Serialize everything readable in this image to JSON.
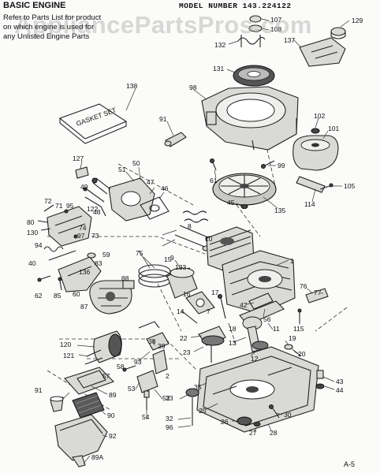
{
  "header": {
    "title": "BASIC ENGINE",
    "note_line1": "Refer to Parts List for product",
    "note_line2": "on which engine is used for",
    "note_line3": "any Unlisted Engine Parts",
    "model": "MODEL NUMBER 143.224122"
  },
  "watermark": "AppliancePartsPros.com",
  "page_code": "A-5",
  "callouts": [
    "107",
    "108",
    "129",
    "132",
    "137",
    "131",
    "138",
    "98",
    "91",
    "102",
    "101",
    "99",
    "61",
    "127",
    "51",
    "50",
    "47",
    "46",
    "45",
    "135",
    "105",
    "114",
    "49",
    "48",
    "72",
    "71",
    "95",
    "122",
    "80",
    "130",
    "74",
    "97",
    "73",
    "94",
    "40",
    "10",
    "8",
    "75",
    "15",
    "9",
    "133",
    "1",
    "39",
    "83",
    "136",
    "88",
    "62",
    "85",
    "60",
    "87",
    "76",
    "77",
    "16",
    "17",
    "42",
    "14",
    "56",
    "115",
    "11",
    "7",
    "18",
    "13",
    "12",
    "22",
    "23",
    "20",
    "19",
    "120",
    "121",
    "93",
    "38",
    "58",
    "57",
    "53",
    "89",
    "52",
    "2",
    "35",
    "43",
    "44",
    "91",
    "90",
    "92",
    "89A",
    "54",
    "33",
    "32",
    "96",
    "25",
    "26",
    "27",
    "28",
    "30",
    "59"
  ]
}
